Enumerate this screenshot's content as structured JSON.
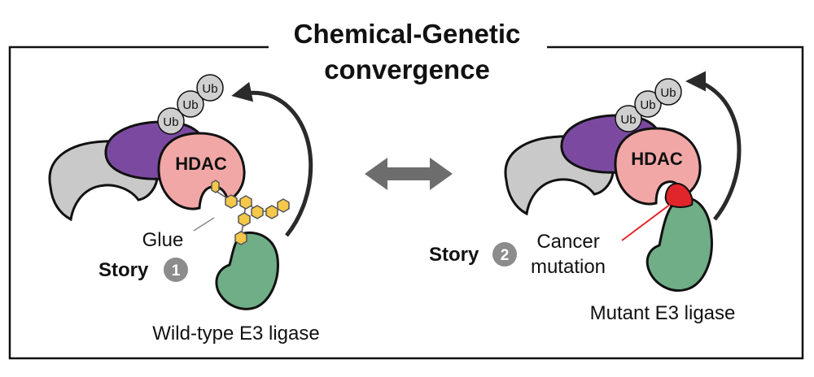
{
  "title": {
    "line1": "Chemical-Genetic",
    "line2": "convergence"
  },
  "left_panel": {
    "ubiquitin_labels": [
      "Ub",
      "Ub",
      "Ub"
    ],
    "hdac_label": "HDAC",
    "glue_label": "Glue",
    "story_label": "Story",
    "story_number": "1",
    "ligase_label": "Wild-type E3 ligase"
  },
  "right_panel": {
    "ubiquitin_labels": [
      "Ub",
      "Ub",
      "Ub"
    ],
    "hdac_label": "HDAC",
    "mutation_label_line1": "Cancer",
    "mutation_label_line2": "mutation",
    "story_label": "Story",
    "story_number": "2",
    "ligase_label": "Mutant E3 ligase"
  },
  "colors": {
    "gray_protein": "#c9c9c9",
    "purple_protein": "#7b4aa0",
    "hdac": "#f2a7a7",
    "e3_ligase": "#6fae86",
    "glue_molecule": "#f5c84a",
    "mutation": "#e0262b",
    "ubiquitin": "#cfcfcf",
    "story_badge": "#8c8c8c",
    "arrow": "#2a2a2a",
    "double_arrow": "#6d6d6d"
  }
}
